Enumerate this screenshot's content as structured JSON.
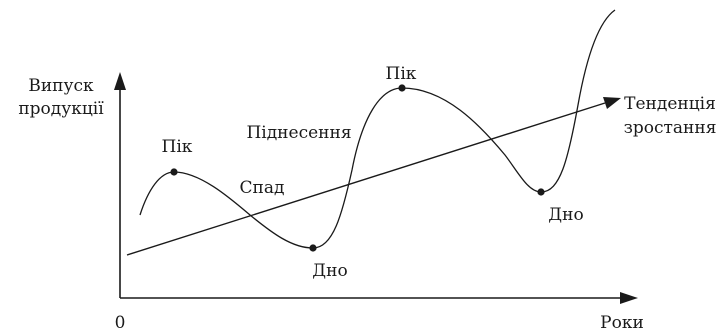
{
  "axes": {
    "y_label_line1": "Випуск",
    "y_label_line2": "продукції",
    "x_label": "Роки",
    "origin": "0"
  },
  "labels": {
    "peak_1": "Пік",
    "peak_2": "Пік",
    "trough_1": "Дно",
    "trough_2": "Дно",
    "recession": "Спад",
    "expansion": "Піднесення",
    "trend_line1": "Тенденція",
    "trend_line2": "зростання"
  },
  "colors": {
    "ink": "#1a1a1a",
    "background": "#ffffff"
  }
}
